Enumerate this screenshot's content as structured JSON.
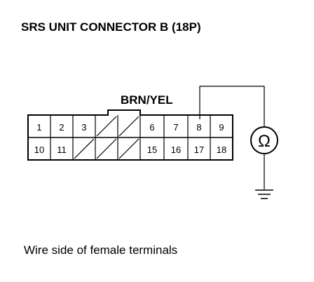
{
  "title": "SRS UNIT CONNECTOR B (18P)",
  "wire_label": "BRN/YEL",
  "caption": "Wire side of female terminals",
  "meter_symbol": "Ω",
  "connector": {
    "top_row": [
      "1",
      "2",
      "3",
      "",
      "",
      "6",
      "7",
      "8",
      "9"
    ],
    "bottom_row": [
      "10",
      "11",
      "",
      "",
      "",
      "15",
      "16",
      "17",
      "18"
    ],
    "blank_columns": [
      4,
      5
    ],
    "hatched_cells": [
      "top-4",
      "top-5",
      "bottom-3",
      "bottom-4",
      "bottom-5"
    ],
    "probed_terminal": "8"
  }
}
